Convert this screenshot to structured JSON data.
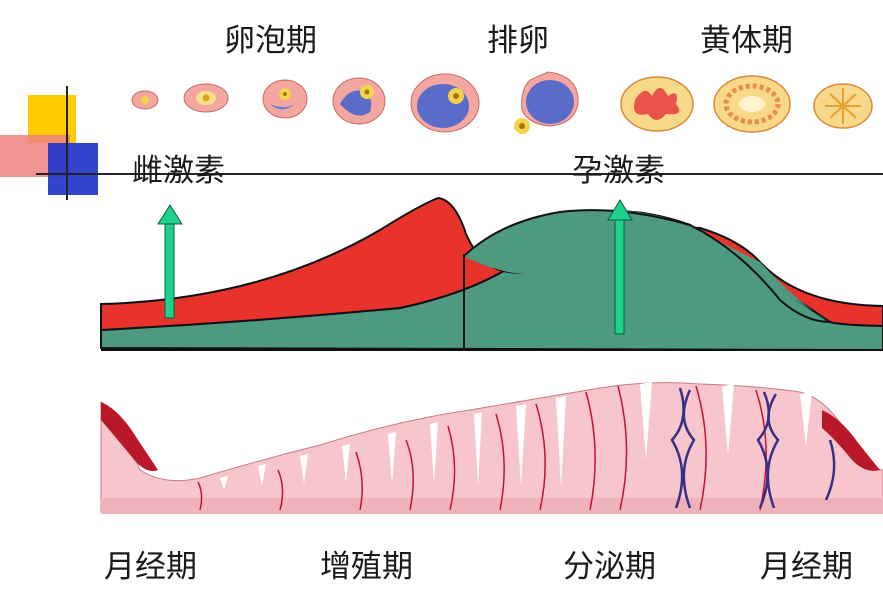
{
  "ovarian_phases": {
    "follicular": "卵泡期",
    "ovulation": "排卵",
    "luteal": "黄体期"
  },
  "hormones": {
    "estrogen": "雌激素",
    "progesterone": "孕激素"
  },
  "uterine_phases": {
    "menstrual_start": "月经期",
    "proliferative": "增殖期",
    "secretory": "分泌期",
    "menstrual_end": "月经期"
  },
  "colors": {
    "estrogen": "#e8332c",
    "progesterone": "#4e9a80",
    "arrow": "#1fd08a",
    "endometrium": "#f6c6cc",
    "vessel_red": "#c8102e",
    "vessel_blue": "#3a2f86",
    "follicle_outer": "#f4a7a0",
    "follicle_center": "#f2d54a",
    "antrum": "#6f7fd0",
    "corpus_luteum": "#f8d889",
    "decor_yellow": "#ffcc00",
    "decor_red": "#e8332c",
    "decor_blue": "#2235c9"
  }
}
